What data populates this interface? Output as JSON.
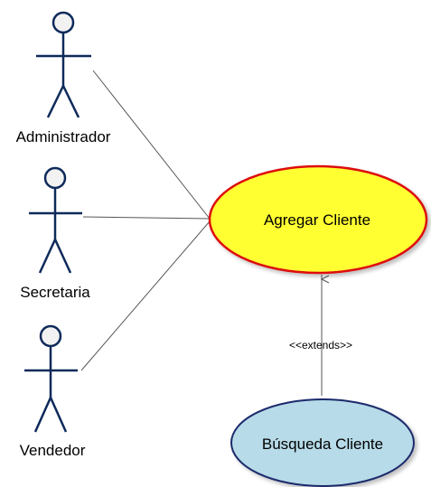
{
  "actors": [
    {
      "id": "administrador",
      "label": "Administrador"
    },
    {
      "id": "secretaria",
      "label": "Secretaria"
    },
    {
      "id": "vendedor",
      "label": "Vendedor"
    }
  ],
  "use_cases": [
    {
      "id": "agregar-cliente",
      "label": "Agregar Cliente",
      "fill": "#ffff33",
      "stroke": "#dd1111"
    },
    {
      "id": "busqueda-cliente",
      "label": "Búsqueda Cliente",
      "fill": "#b7dbe8",
      "stroke": "#1a2a6c"
    }
  ],
  "relationships": [
    {
      "from": "administrador",
      "to": "agregar-cliente",
      "type": "association"
    },
    {
      "from": "secretaria",
      "to": "agregar-cliente",
      "type": "association"
    },
    {
      "from": "vendedor",
      "to": "agregar-cliente",
      "type": "association"
    },
    {
      "from": "busqueda-cliente",
      "to": "agregar-cliente",
      "type": "extend",
      "label": "<<extends>>"
    }
  ],
  "colors": {
    "actor_stroke": "#0e2a5a",
    "actor_head_fill": "#f2f2f2",
    "line": "#555555"
  }
}
